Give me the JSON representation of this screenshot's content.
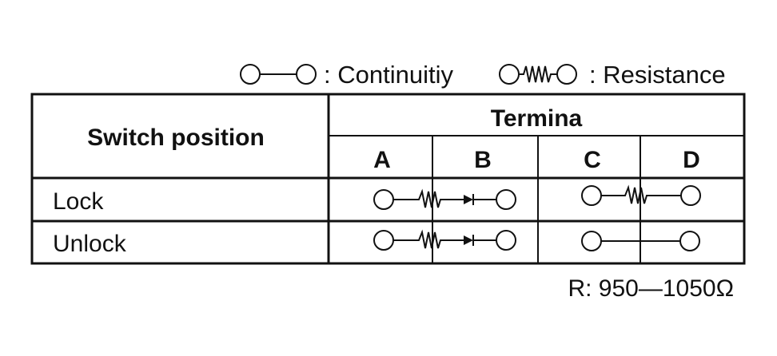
{
  "legend": {
    "continuity_label": ": Continuitiy",
    "resistance_label": ": Resistance"
  },
  "table": {
    "header_label": "Switch position",
    "group_header": "Termina",
    "terminals": [
      "A",
      "B",
      "C",
      "D"
    ],
    "rows": [
      {
        "label": "Lock",
        "ab": "resistor-diode",
        "cd": "resistance"
      },
      {
        "label": "Unlock",
        "ab": "resistor-diode",
        "cd": "continuity"
      }
    ]
  },
  "footnote": "R: 950—1050Ω"
}
